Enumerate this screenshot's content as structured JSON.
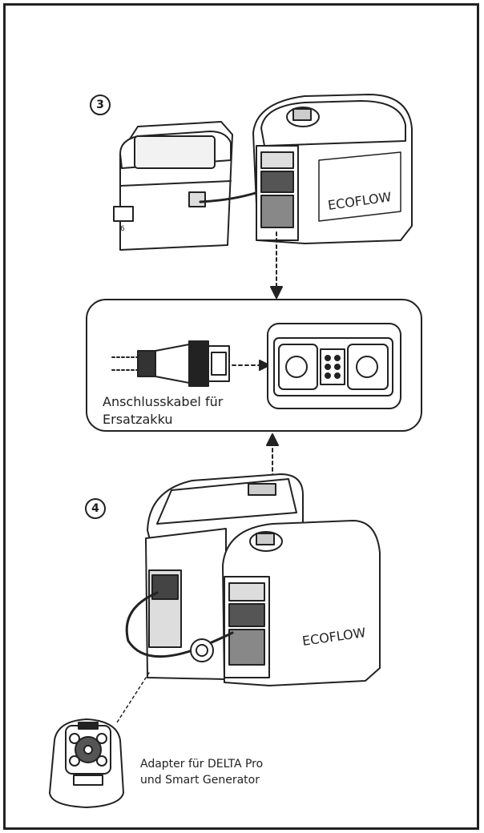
{
  "step_numbers": {
    "step3": "3",
    "step4": "4"
  },
  "captions": {
    "cable_line1": "Anschlusskabel für",
    "cable_line2": "Ersatzakku",
    "adapter_line1": "Adapter für DELTA Pro",
    "adapter_line2": "und Smart Generator"
  },
  "brand": {
    "logo_text": "ECOFLOW"
  },
  "colors": {
    "line": "#222222",
    "fill": "#ffffff",
    "shade": "#d9d9d9",
    "dark": "#555555"
  }
}
